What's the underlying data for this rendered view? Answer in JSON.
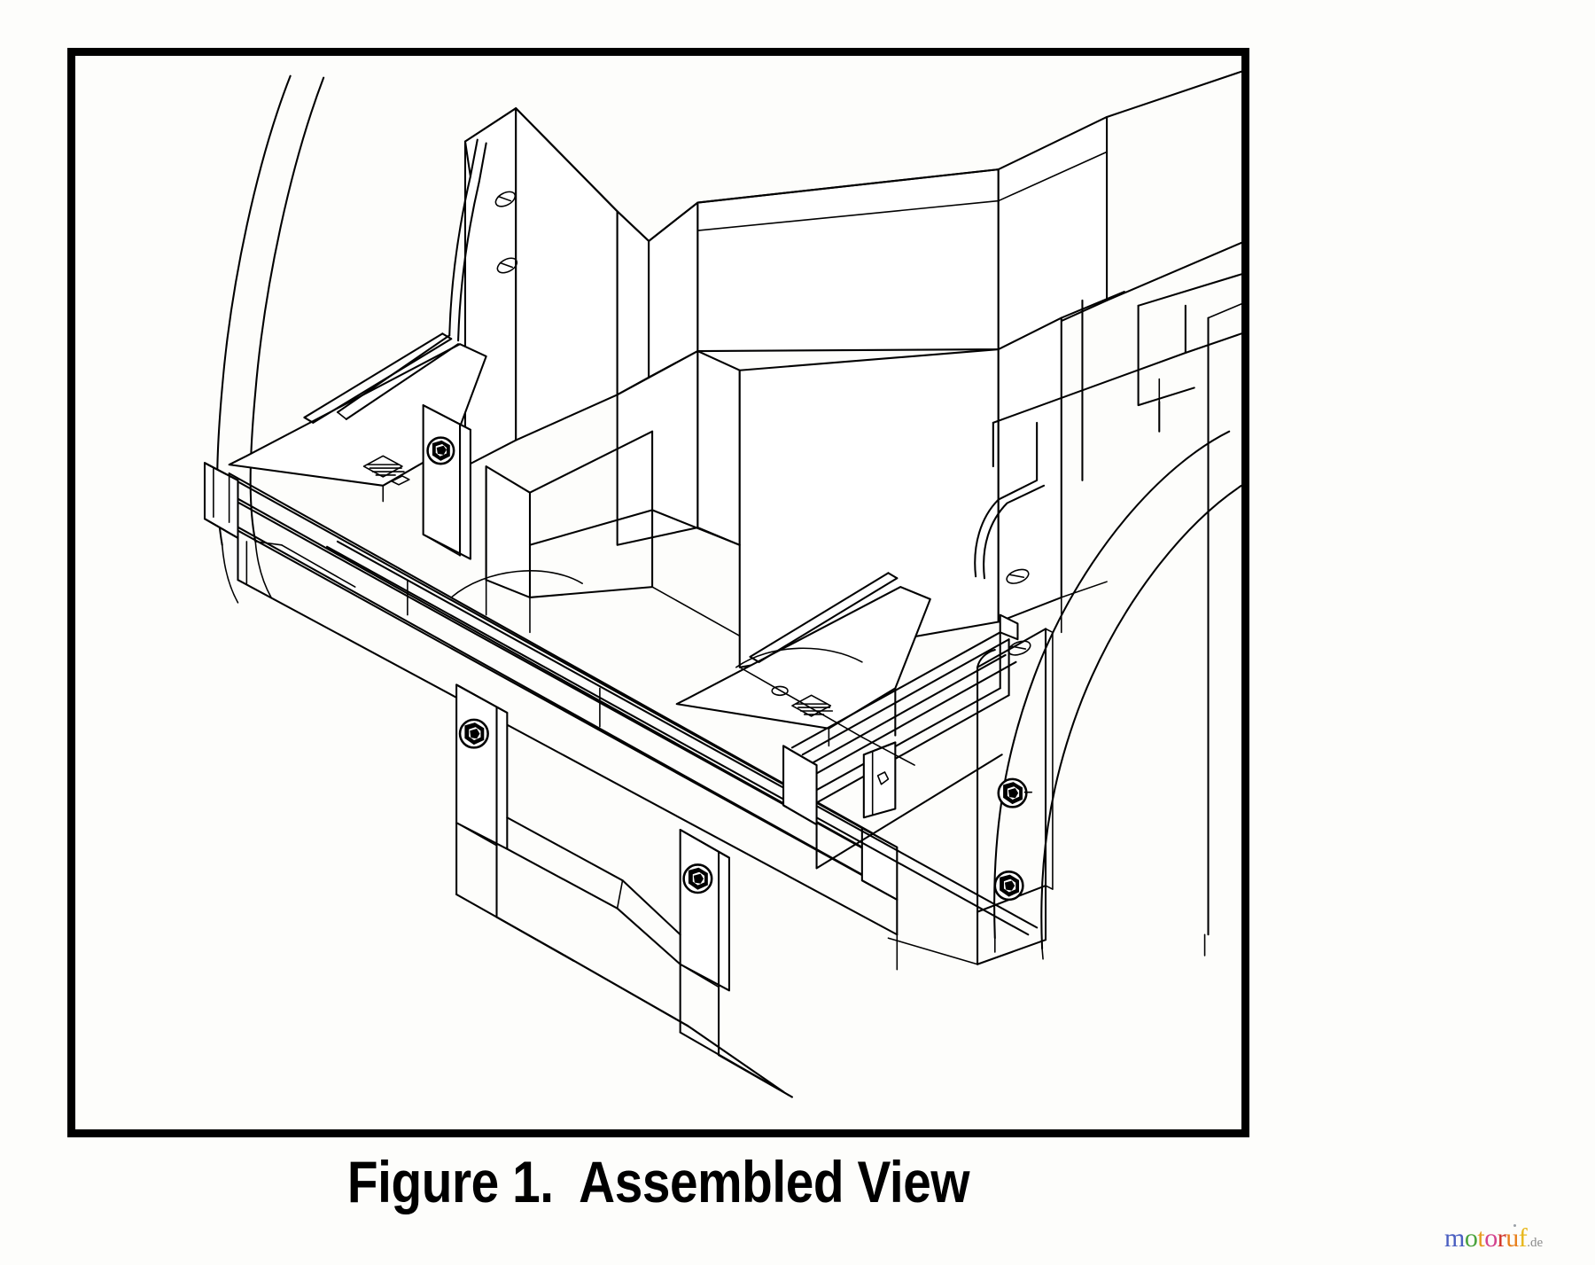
{
  "figure": {
    "caption": "Figure 1.  Assembled View",
    "caption_number": "1",
    "caption_title": "Assembled View",
    "border_color": "#000000",
    "background_color": "#fdfdfb",
    "line_color": "#000000"
  },
  "drawing": {
    "type": "isometric-line-art",
    "subject": "snow-plow-mount-frame-assembled-to-vehicle-chassis",
    "stroke_color": "#000000",
    "fill_color": "#ffffff",
    "components": [
      {
        "name": "vehicle-body-shell",
        "description": "upper cab/body shell with beveled corner"
      },
      {
        "name": "front-bumper-beam",
        "description": "horizontal channel beam across front"
      },
      {
        "name": "left-gusset-plate",
        "description": "triangular reinforcement plate, left side"
      },
      {
        "name": "right-gusset-plate",
        "description": "triangular reinforcement plate, right side"
      },
      {
        "name": "left-mount-plate",
        "description": "vertical mounting plate with hex bolt"
      },
      {
        "name": "right-mount-plate",
        "description": "vertical mounting plate with two hex bolts and two oval slots"
      },
      {
        "name": "center-bracket-a",
        "description": "center hanger bracket with hex bolt"
      },
      {
        "name": "center-bracket-b",
        "description": "second center hanger bracket with hex bolt"
      },
      {
        "name": "left-wheel-arch",
        "description": "curved tire/fender outline, left"
      },
      {
        "name": "right-wheel-arch",
        "description": "curved tire/fender outline, right"
      },
      {
        "name": "frame-rail-left",
        "description": "longitudinal chassis frame rail, left"
      },
      {
        "name": "frame-rail-right",
        "description": "longitudinal chassis frame rail, right"
      }
    ],
    "fasteners": [
      {
        "name": "hex-bolt",
        "location": "left-gusset-plate"
      },
      {
        "name": "hex-bolt",
        "location": "center-bracket-a"
      },
      {
        "name": "hex-bolt",
        "location": "center-bracket-b"
      },
      {
        "name": "hex-bolt",
        "location": "right-mount-plate-upper"
      },
      {
        "name": "hex-bolt",
        "location": "right-mount-plate-lower"
      }
    ],
    "holes": [
      {
        "name": "oval-slot",
        "location": "left-upright-upper"
      },
      {
        "name": "oval-slot",
        "location": "left-upright-lower"
      },
      {
        "name": "oval-slot",
        "location": "right-panel-upper"
      },
      {
        "name": "oval-slot",
        "location": "right-panel-lower"
      },
      {
        "name": "rect-slot-group",
        "location": "left-gusset-top-face"
      },
      {
        "name": "rect-slot-group",
        "location": "right-gusset-top-face"
      }
    ]
  },
  "watermark": {
    "text": "motoruf.de",
    "letters": [
      {
        "char": "m",
        "color": "#4a5fc1"
      },
      {
        "char": "o",
        "color": "#4aa33e"
      },
      {
        "char": "t",
        "color": "#e79b1f"
      },
      {
        "char": "o",
        "color": "#d4438e"
      },
      {
        "char": "r",
        "color": "#d1342a"
      },
      {
        "char": "u",
        "color": "#e8801c"
      },
      {
        "char": "f",
        "color": "#e8b81c"
      }
    ],
    "tld": ".de",
    "tld_color": "#8c8c8c"
  }
}
